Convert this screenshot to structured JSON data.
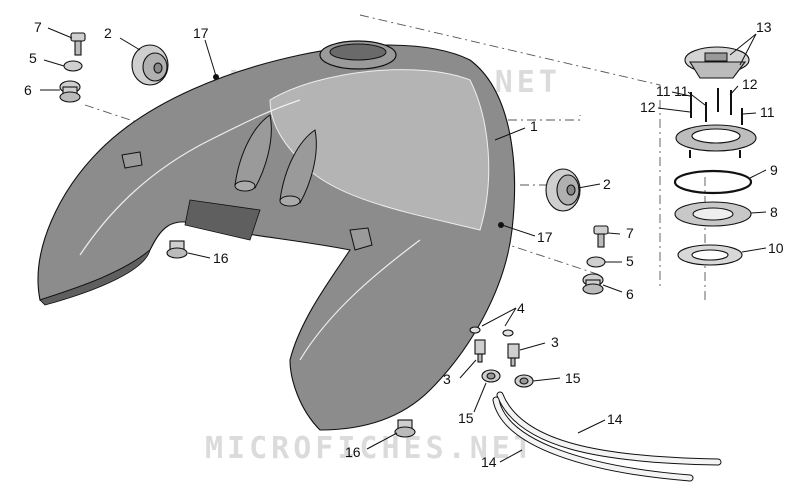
{
  "watermark": "MICROFICHES.NET",
  "callouts": [
    "1",
    "2",
    "2",
    "3",
    "3",
    "4",
    "5",
    "5",
    "6",
    "6",
    "7",
    "7",
    "8",
    "9",
    "10",
    "11",
    "11",
    "11",
    "12",
    "12",
    "13",
    "14",
    "14",
    "15",
    "15",
    "16",
    "16",
    "17",
    "17"
  ],
  "colors": {
    "tank_fill": "#8c8c8c",
    "tank_dark": "#5f5f5f",
    "tank_light": "#b4b4b4",
    "part_fill": "#cfcfcf",
    "outline": "#111111",
    "leader": "#111111"
  }
}
